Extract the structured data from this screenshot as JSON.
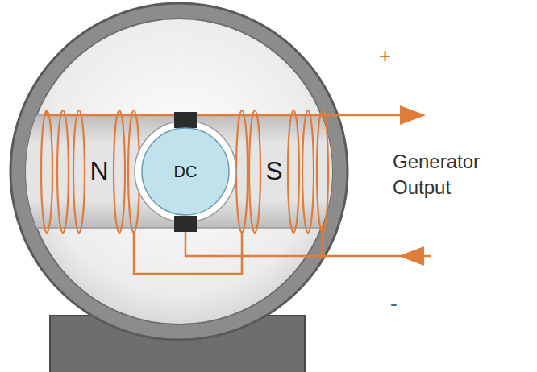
{
  "diagram": {
    "nodes": [
      {
        "text": [
          "N"
        ]
      },
      {
        "text": [
          "DC"
        ]
      },
      {
        "text": [
          "S"
        ]
      }
    ],
    "labels": [
      "+",
      "Generator Output",
      "-"
    ]
  }
}
